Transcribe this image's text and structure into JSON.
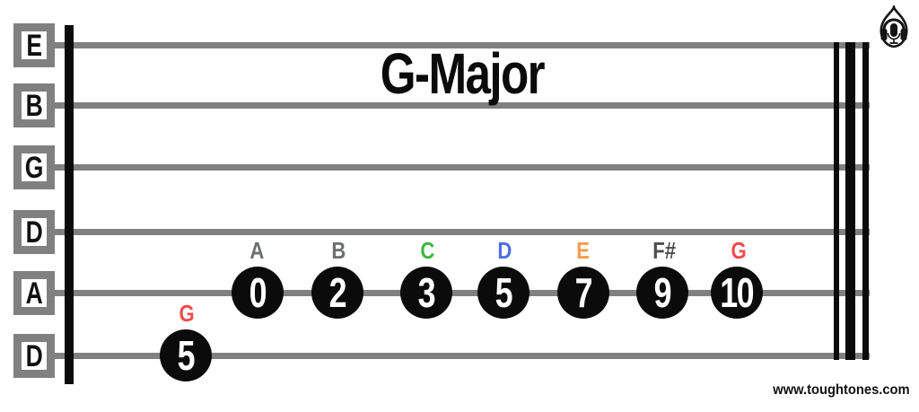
{
  "title": "G-Major",
  "strings": [
    {
      "label": "E"
    },
    {
      "label": "B"
    },
    {
      "label": "G"
    },
    {
      "label": "D"
    },
    {
      "label": "A"
    },
    {
      "label": "D"
    }
  ],
  "notes": [
    {
      "note": "A",
      "fret": "0",
      "color": "#6d6e70"
    },
    {
      "note": "B",
      "fret": "2",
      "color": "#6d6e70"
    },
    {
      "note": "C",
      "fret": "3",
      "color": "#3cb83c"
    },
    {
      "note": "D",
      "fret": "5",
      "color": "#4d6fe3"
    },
    {
      "note": "E",
      "fret": "7",
      "color": "#f89a4b"
    },
    {
      "note": "F#",
      "fret": "9",
      "color": "#4d4d4f"
    },
    {
      "note": "G",
      "fret": "10",
      "color": "#ef4c4c"
    },
    {
      "note": "G",
      "fret": "5",
      "color": "#ef4c4c"
    }
  ],
  "website": "www.toughtones.com",
  "logo": {
    "name": "headphones-mic-logo"
  },
  "colors": {
    "string_gray": "#808080",
    "marker_black": "#0b0b0b",
    "marker_text": "#ffffff"
  }
}
